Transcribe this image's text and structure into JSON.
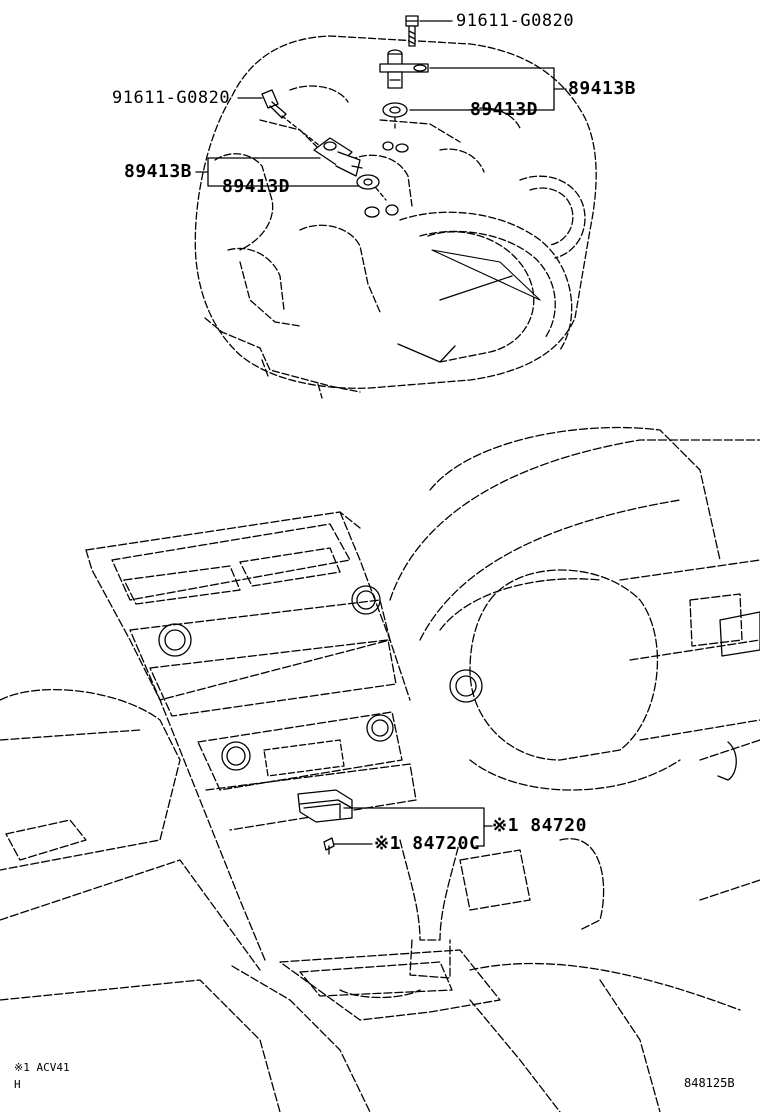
{
  "callouts": {
    "bolt_top": "91611-G0820",
    "bolt_left": "91611-G0820",
    "sensor_top": "89413B",
    "gasket_top": "89413D",
    "sensor_left": "89413B",
    "gasket_left": "89413D",
    "switch": "※1 84720",
    "screw": "※1 84720C"
  },
  "footnote": {
    "line1": "※1 ACV41",
    "line2": "H"
  },
  "figure_id": "848125B"
}
